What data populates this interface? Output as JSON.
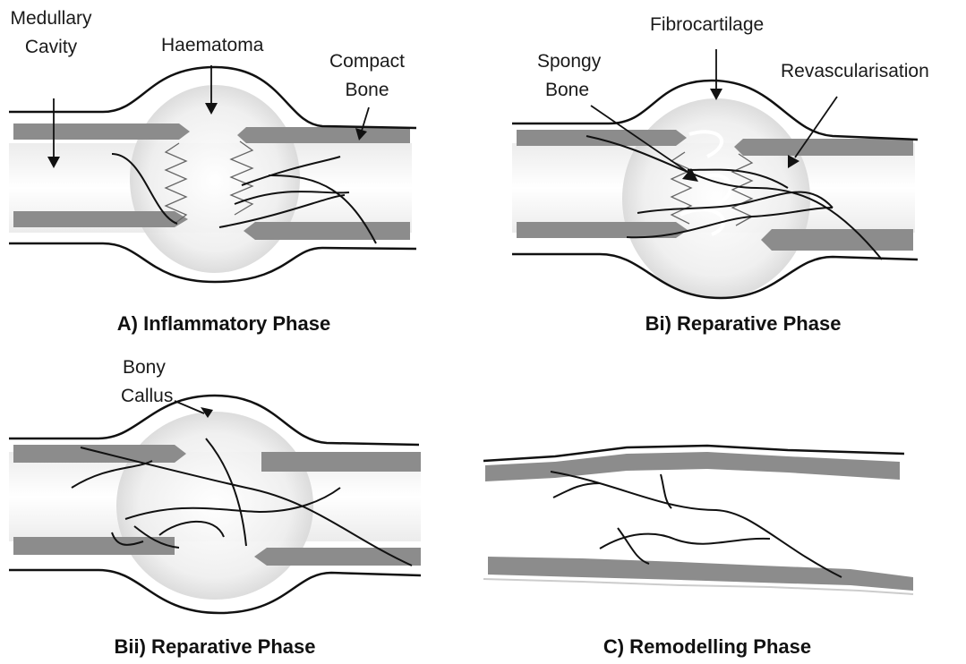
{
  "labels": {
    "medullary": "Medullary",
    "cavity": "Cavity",
    "haematoma": "Haematoma",
    "compact": "Compact",
    "bone": "Bone",
    "fibrocartilage": "Fibrocartilage",
    "spongy": "Spongy",
    "spongy_bone": "Bone",
    "revascularisation": "Revascularisation",
    "bony": "Bony",
    "callus": "Callus"
  },
  "captions": {
    "a": "A) Inflammatory Phase",
    "bi": "Bi) Reparative Phase",
    "bii": "Bii) Reparative Phase",
    "c": "C) Remodelling Phase"
  },
  "colors": {
    "bone_fill": "#8c8c8c",
    "outline": "#111111",
    "swelling": "#e4e4e4",
    "background": "#ffffff"
  }
}
